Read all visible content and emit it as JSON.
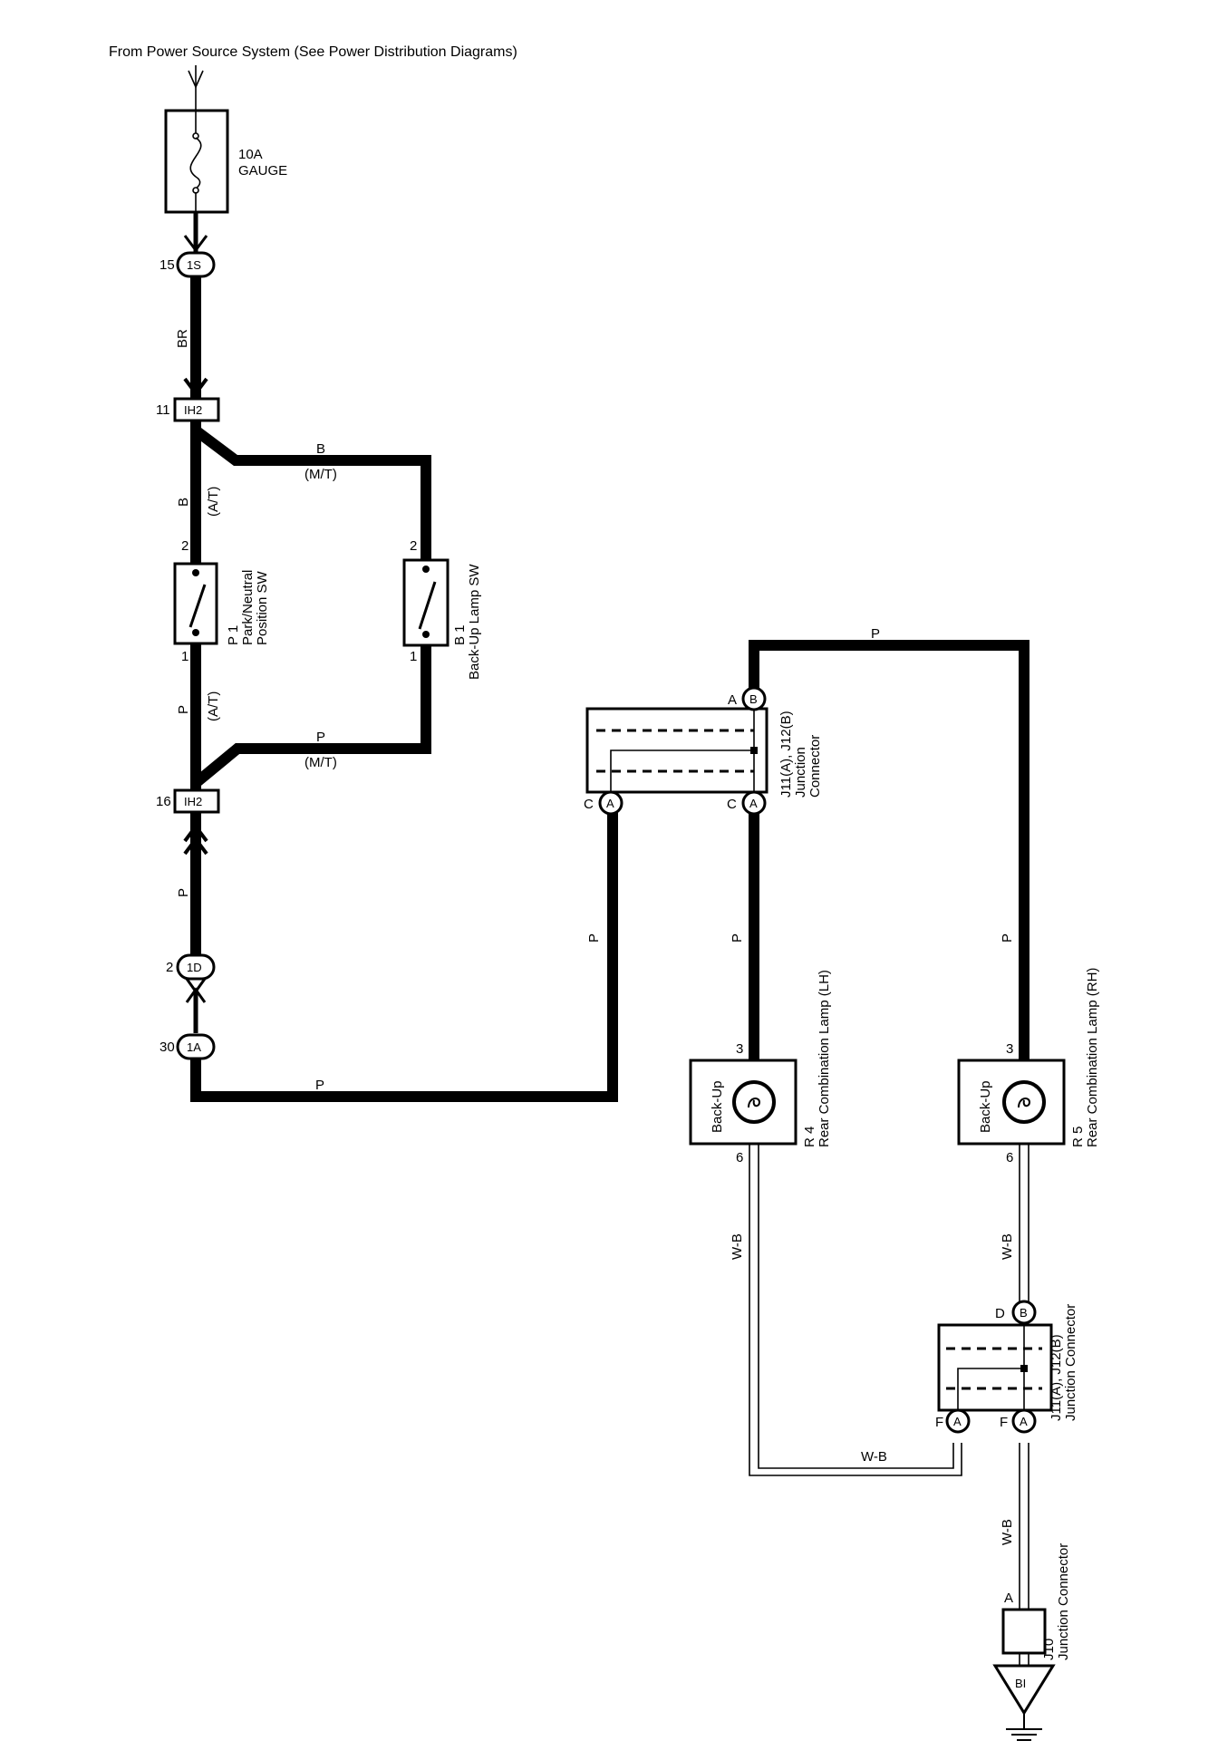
{
  "header": "From Power Source System (See Power Distribution Diagrams)",
  "fuse": {
    "amp": "10A",
    "name": "GAUGE"
  },
  "connectors": {
    "c1s": {
      "id": "1S",
      "pin": "15"
    },
    "ih2_top": {
      "id": "IH2",
      "pin": "11"
    },
    "ih2_bot": {
      "id": "IH2",
      "pin": "16"
    },
    "c1d": {
      "id": "1D",
      "pin": "2"
    },
    "c1a": {
      "id": "1A",
      "pin": "30"
    },
    "j_top_c": {
      "letter": "A",
      "pin": "C"
    },
    "j_top_a": {
      "letter": "A",
      "pin": "C"
    },
    "j_top_b": {
      "letter": "B",
      "pin": "A"
    },
    "j_bot_b": {
      "letter": "B",
      "pin": "D"
    },
    "j_bot_fl": {
      "letter": "A",
      "pin": "F"
    },
    "j_bot_fr": {
      "letter": "A",
      "pin": "F"
    }
  },
  "wire_colors": {
    "br": "BR",
    "b_at": "B",
    "at1": "(A/T)",
    "b_mt": "B",
    "mt1": "(M/T)",
    "p_at": "P",
    "at2": "(A/T)",
    "p_mt": "P",
    "mt2": "(M/T)",
    "p_below_ih2": "P",
    "p_bottom": "P",
    "p_up": "P",
    "p_top": "P",
    "p_lh": "P",
    "p_rh": "P",
    "wb_lh": "W-B",
    "wb_rh": "W-B",
    "wb_bottom": "W-B",
    "wb_ground": "W-B"
  },
  "pins": {
    "p1_top": "2",
    "p1_bot": "1",
    "b1_top": "2",
    "b1_bot": "1",
    "r4_top": "3",
    "r4_bot": "6",
    "r5_top": "3",
    "r5_bot": "6",
    "j10": "A"
  },
  "components": {
    "p1": {
      "code": "P 1",
      "name": "Park/Neutral",
      "name2": "Position SW"
    },
    "b1": {
      "code": "B 1",
      "name": "Back-Up Lamp SW"
    },
    "j_top": {
      "code": "J11(A), J12(B)",
      "name": "Junction",
      "name2": "Connector"
    },
    "r4": {
      "code": "R 4",
      "name": "Rear Combination Lamp (LH)",
      "lamp": "Back-Up"
    },
    "r5": {
      "code": "R 5",
      "name": "Rear Combination Lamp (RH)",
      "lamp": "Back-Up"
    },
    "j_bot": {
      "code": "J11(A), J12(B)",
      "name": "Junction Connector"
    },
    "j10": {
      "code": "J10",
      "name": "Junction Connector"
    },
    "ground": {
      "code": "BI"
    }
  }
}
